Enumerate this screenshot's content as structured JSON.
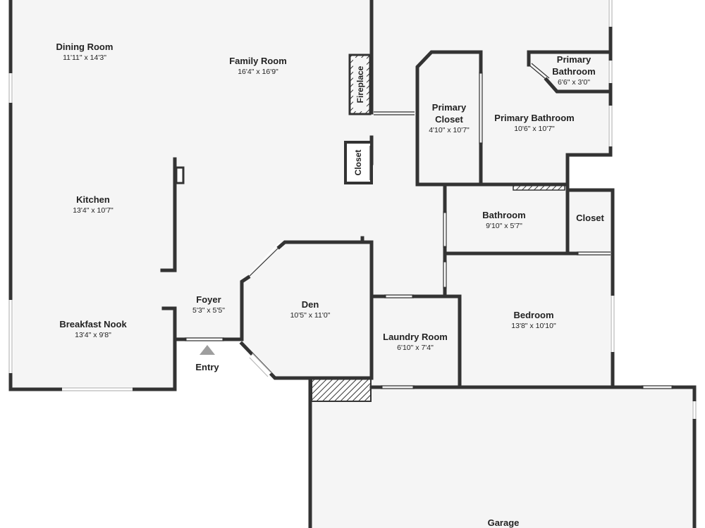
{
  "rooms": {
    "dining_room": {
      "name": "Dining Room",
      "dims": "11'11\" x 14'3\""
    },
    "family_room": {
      "name": "Family Room",
      "dims": "16'4\" x 16'9\""
    },
    "kitchen": {
      "name": "Kitchen",
      "dims": "13'4\" x 10'7\""
    },
    "breakfast_nook": {
      "name": "Breakfast Nook",
      "dims": "13'4\" x 9'8\""
    },
    "foyer": {
      "name": "Foyer",
      "dims": "5'3\" x 5'5\""
    },
    "den": {
      "name": "Den",
      "dims": "10'5\" x 11'0\""
    },
    "laundry_room": {
      "name": "Laundry Room",
      "dims": "6'10\" x 7'4\""
    },
    "bedroom": {
      "name": "Bedroom",
      "dims": "13'8\" x 10'10\""
    },
    "bathroom": {
      "name": "Bathroom",
      "dims": "9'10\" x 5'7\""
    },
    "closet_right": {
      "name": "Closet"
    },
    "primary_closet": {
      "name_line1": "Primary",
      "name_line2": "Closet",
      "dims": "4'10\" x 10'7\""
    },
    "primary_bathroom": {
      "name": "Primary Bathroom",
      "dims": "10'6\" x 10'7\""
    },
    "primary_bathroom_small": {
      "name_line1": "Primary",
      "name_line2": "Bathroom",
      "dims": "6'6\" x 3'0\""
    },
    "fireplace": {
      "name": "Fireplace"
    },
    "closet_small": {
      "name": "Closet"
    },
    "garage": {
      "name": "Garage"
    }
  },
  "entry": {
    "label": "Entry"
  },
  "colors": {
    "wall": "#333333",
    "floor": "#f5f5f5",
    "background": "#ffffff",
    "entry_arrow": "#9e9e9e"
  }
}
